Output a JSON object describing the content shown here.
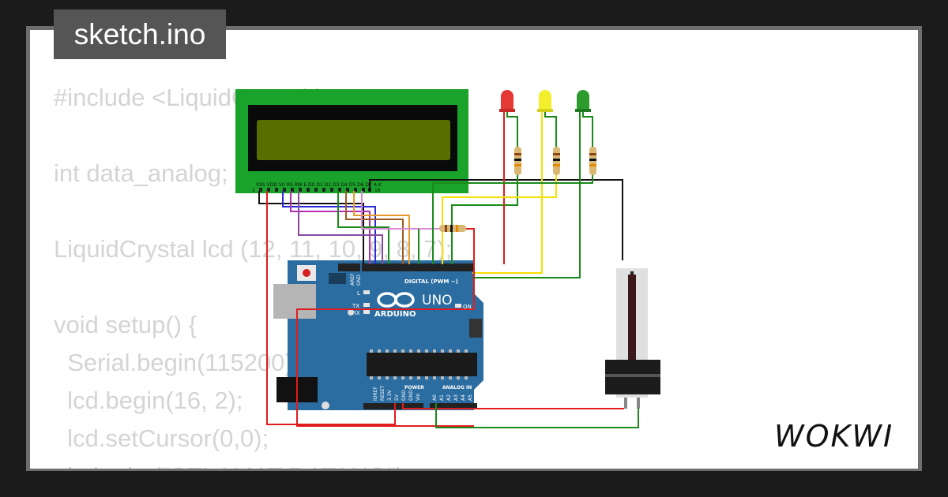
{
  "tab": {
    "filename": "sketch.ino"
  },
  "code_lines": [
    "#include <LiquidCrystal.h>",
    "",
    "int data_analog;",
    "",
    "LiquidCrystal lcd (12, 11, 10, 9, 8, 7);",
    "",
    "void setup() {",
    "  Serial.begin(115200);",
    "  lcd.begin(16, 2);",
    "  lcd.setCursor(0,0);",
    "  lcd.print(\"SELAMAT DATANG\");"
  ],
  "arduino": {
    "logo_text": "UNO",
    "brand": "ARDUINO",
    "digital_label": "DIGITAL (PWM ~)",
    "aref": "AREF",
    "gnd": "GND",
    "led_l": "L",
    "led_tx": "TX",
    "led_rx": "RX",
    "on": "ON",
    "power_label": "POWER",
    "analog_label": "ANALOG IN",
    "power_pins": [
      "IOREF",
      "RESET",
      "3.3V",
      "5V",
      "GND",
      "GND",
      "Vin"
    ],
    "analog_pins": [
      "A0",
      "A1",
      "A2",
      "A3",
      "A4",
      "A5"
    ]
  },
  "lcd": {
    "pin_labels": "VSS VDD V0 RS RW E D0 D1 D2 D3 D4 D5 D6 D7 A K",
    "pin_first": "1",
    "pin_last": "16"
  },
  "leds": [
    {
      "color_name": "red",
      "color": "#e53935"
    },
    {
      "color_name": "yellow",
      "color": "#f2ee2a"
    },
    {
      "color_name": "green",
      "color": "#2e9b2e"
    }
  ],
  "colors": {
    "lcd_board": "#1aa32a",
    "lcd_screen": "#5a6e00",
    "arduino_board": "#2b6da1",
    "wire_red": "#e21c1c",
    "wire_green": "#1a8a1a",
    "wire_yellow": "#f5e000",
    "wire_black": "#111111"
  },
  "brand": {
    "name": "WOKWI"
  }
}
